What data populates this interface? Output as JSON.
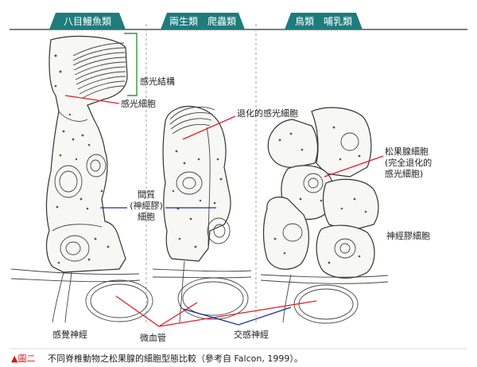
{
  "headers": {
    "fish": "八目鰻魚類",
    "amphibian_reptile": "兩生類　爬蟲類",
    "bird_mammal": "鳥類　哺乳類"
  },
  "labels": {
    "photoreceptive_structure": "感光結構",
    "photoreceptor_cell": "感光細胞",
    "degenerated_photoreceptor": "退化的感光細胞",
    "interstitial_line1": "間質",
    "interstitial_line2": "(神經膠)",
    "interstitial_line3": "細胞",
    "pinealocyte_line1": "松果腺細胞",
    "pinealocyte_line2": "(完全退化的",
    "pinealocyte_line3": "感光細胞)",
    "glial_cell": "神經膠細胞",
    "sensory_nerve": "感覺神經",
    "capillary": "微血管",
    "sympathetic_nerve": "交感神經"
  },
  "caption": {
    "marker": "▲圖二",
    "text": "不同脊椎動物之松果腺的細胞型態比較（參考自 Falcon, 1999）。"
  },
  "colors": {
    "header_bg": "#1f7c7c",
    "red_line": "#e0202a",
    "blue_line": "#1c2f9c",
    "green_bracket": "#2a9a3a",
    "caption_marker": "#d01818"
  }
}
